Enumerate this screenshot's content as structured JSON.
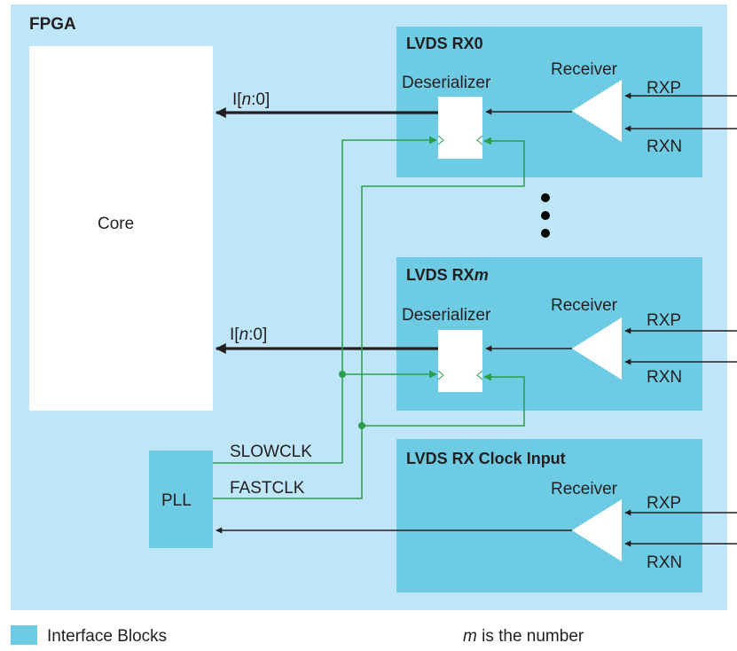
{
  "fpga": {
    "title": "FPGA"
  },
  "core": {
    "label": "Core"
  },
  "rx0": {
    "title": "LVDS RX0",
    "deserializer": "Deserializer",
    "receiver": "Receiver",
    "rxp": "RXP",
    "rxn": "RXN",
    "bus_prefix": "I[",
    "bus_var": "n",
    "bus_suffix": ":0]"
  },
  "rxm": {
    "title_prefix": "LVDS RX",
    "title_var": "m",
    "deserializer": "Deserializer",
    "receiver": "Receiver",
    "rxp": "RXP",
    "rxn": "RXN",
    "bus_prefix": "I[",
    "bus_var": "n",
    "bus_suffix": ":0]"
  },
  "clock_input": {
    "title": "LVDS RX Clock Input",
    "receiver": "Receiver",
    "rxp": "RXP",
    "rxn": "RXN"
  },
  "pll": {
    "label": "PLL",
    "slowclk": "SLOWCLK",
    "fastclk": "FASTCLK"
  },
  "legend": {
    "interface_blocks": "Interface Blocks",
    "note_var": "m",
    "note_text": " is the number"
  },
  "colors": {
    "background": "#bee6f8",
    "interface_block": "#6ecbe4",
    "clock_line": "#2a9e4a",
    "line": "#231f20"
  }
}
